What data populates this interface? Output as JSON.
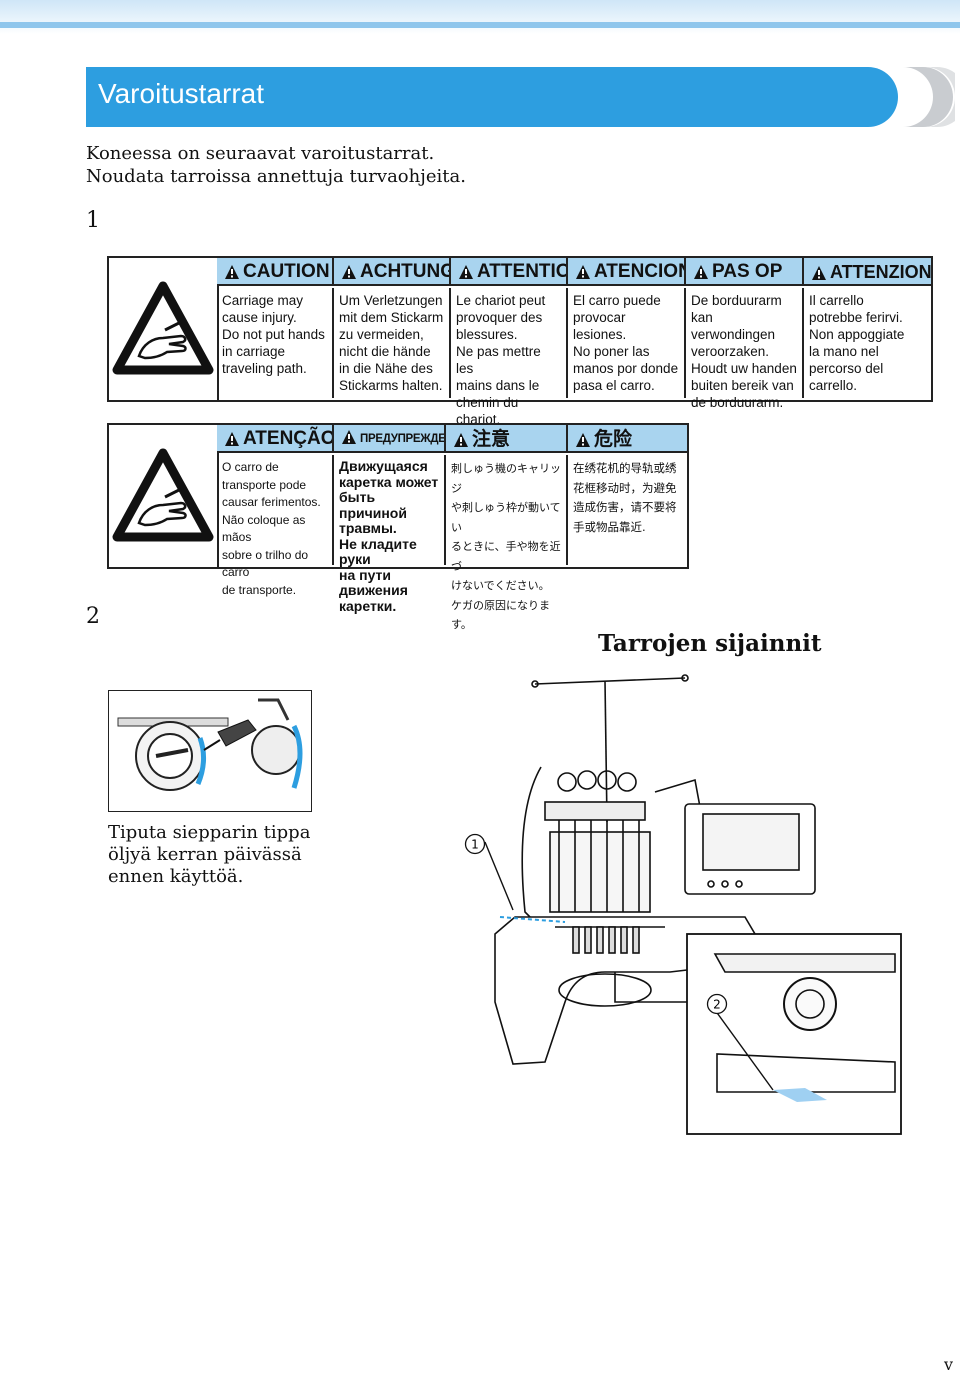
{
  "header": {
    "title": "Varoitustarrat"
  },
  "intro": {
    "line1": "Koneessa on seuraavat varoitustarrat.",
    "line2": "Noudata tarroissa annettuja turvaohjeita."
  },
  "section1": {
    "number": "1"
  },
  "label1": {
    "cells": [
      {
        "heading": "CAUTION",
        "text": "Carriage may\ncause injury.\nDo not put hands\nin carriage\ntraveling path."
      },
      {
        "heading": "ACHTUNG",
        "text": "Um Verletzungen\nmit dem Stickarm\nzu vermeiden,\nnicht die hände\nin die Nähe des\nStickarms halten."
      },
      {
        "heading": "ATTENTION",
        "text": "Le chariot peut\nprovoquer des\nblessures.\nNe pas mettre les\nmains dans le\nchemin du chariot."
      },
      {
        "heading": "ATENCION",
        "text": "El carro puede\nprovocar lesiones.\nNo poner las\nmanos por donde\npasa el carro."
      },
      {
        "heading": "PAS OP",
        "text": "De borduurarm\nkan verwondingen\nveroorzaken.\nHoudt uw handen\nbuiten bereik van\nde borduurarm."
      },
      {
        "heading": "ATTENZIONE",
        "text": "Il carrello\npotrebbe ferirvi.\nNon appoggiate\nla mano nel\npercorso del\ncarrello."
      }
    ]
  },
  "label2": {
    "cells": [
      {
        "heading": "ATENÇÃO",
        "text": "O carro de\ntransporte pode\ncausar ferimentos.\nNão coloque as mãos\nsobre o trilho do carro\nde transporte."
      },
      {
        "heading": "ПРЕДУПРЕЖДЕНИЕ",
        "text": "Движущаяся\nкаретка может\nбыть причиной\nтравмы.\nНе кладите руки\nна пути движения\nкаретки."
      },
      {
        "heading": "注意",
        "text": "刺しゅう機のキャリッジ\nや刺しゅう枠が動いてい\nるときに、手や物を近づ\nけないでください。\nケガの原因になります。"
      },
      {
        "heading": "危险",
        "text": "在绣花机的导轨或绣\n花框移动时，为避免\n造成伤害，请不要将\n手或物品靠近."
      }
    ]
  },
  "section2": {
    "number": "2",
    "subtitle": "Tarrojen sijainnit",
    "caption": "Tiputa siepparin tippa\nöljyä kerran päivässä\nennen käyttöä.",
    "callout1": "1",
    "callout2": "2"
  },
  "page": {
    "number": "v"
  },
  "colors": {
    "accent": "#2d9ee0",
    "label_header": "#a9d4ef"
  }
}
